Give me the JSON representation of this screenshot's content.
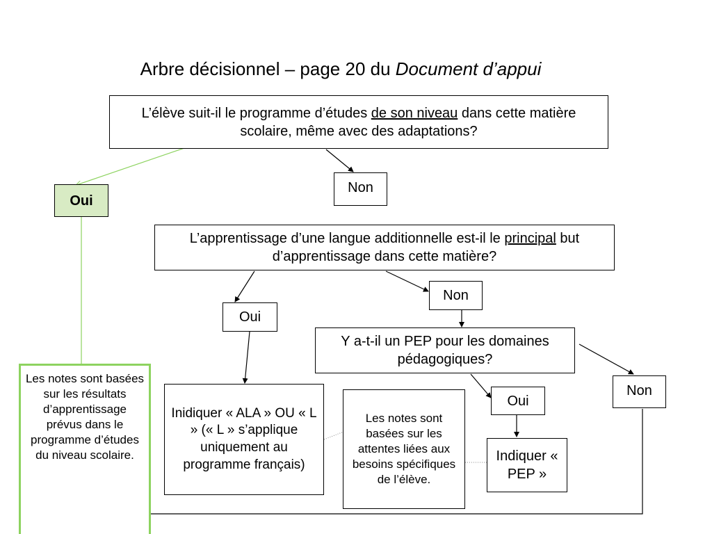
{
  "title": {
    "main": "Arbre décisionnel – page 20 du ",
    "italic": "Document d’appui"
  },
  "q1": {
    "part1": "L’élève suit-il le programme d’études ",
    "underlined": "de son niveau",
    "part2": " dans cette matière scolaire, même avec des adaptations?"
  },
  "q1_oui": "Oui",
  "q1_non": "Non",
  "q2": {
    "part1": "L’apprentissage d’une langue additionnelle est-il le ",
    "underlined": "principal",
    "part2": " but d’apprentissage dans cette matière?"
  },
  "q2_oui": "Oui",
  "q2_non": "Non",
  "q3": "Y a-t-il un PEP pour les domaines pédagogiques?",
  "q3_oui": "Oui",
  "q3_non": "Non",
  "result_ala": "Inidiquer « ALA » OU « L » (« L » s’applique uniquement au programme français)",
  "result_pep": "Indiquer « PEP »",
  "note_pep": "Les notes sont basées sur les attentes liées aux besoins spécifiques de l’élève.",
  "note_level": "Les notes sont basées sur les résultats d’apprentissage prévus dans le programme d’études du niveau scolaire.",
  "colors": {
    "green_fill": "#d8ebc4",
    "green_line": "#8dd35f",
    "black": "#000000"
  }
}
